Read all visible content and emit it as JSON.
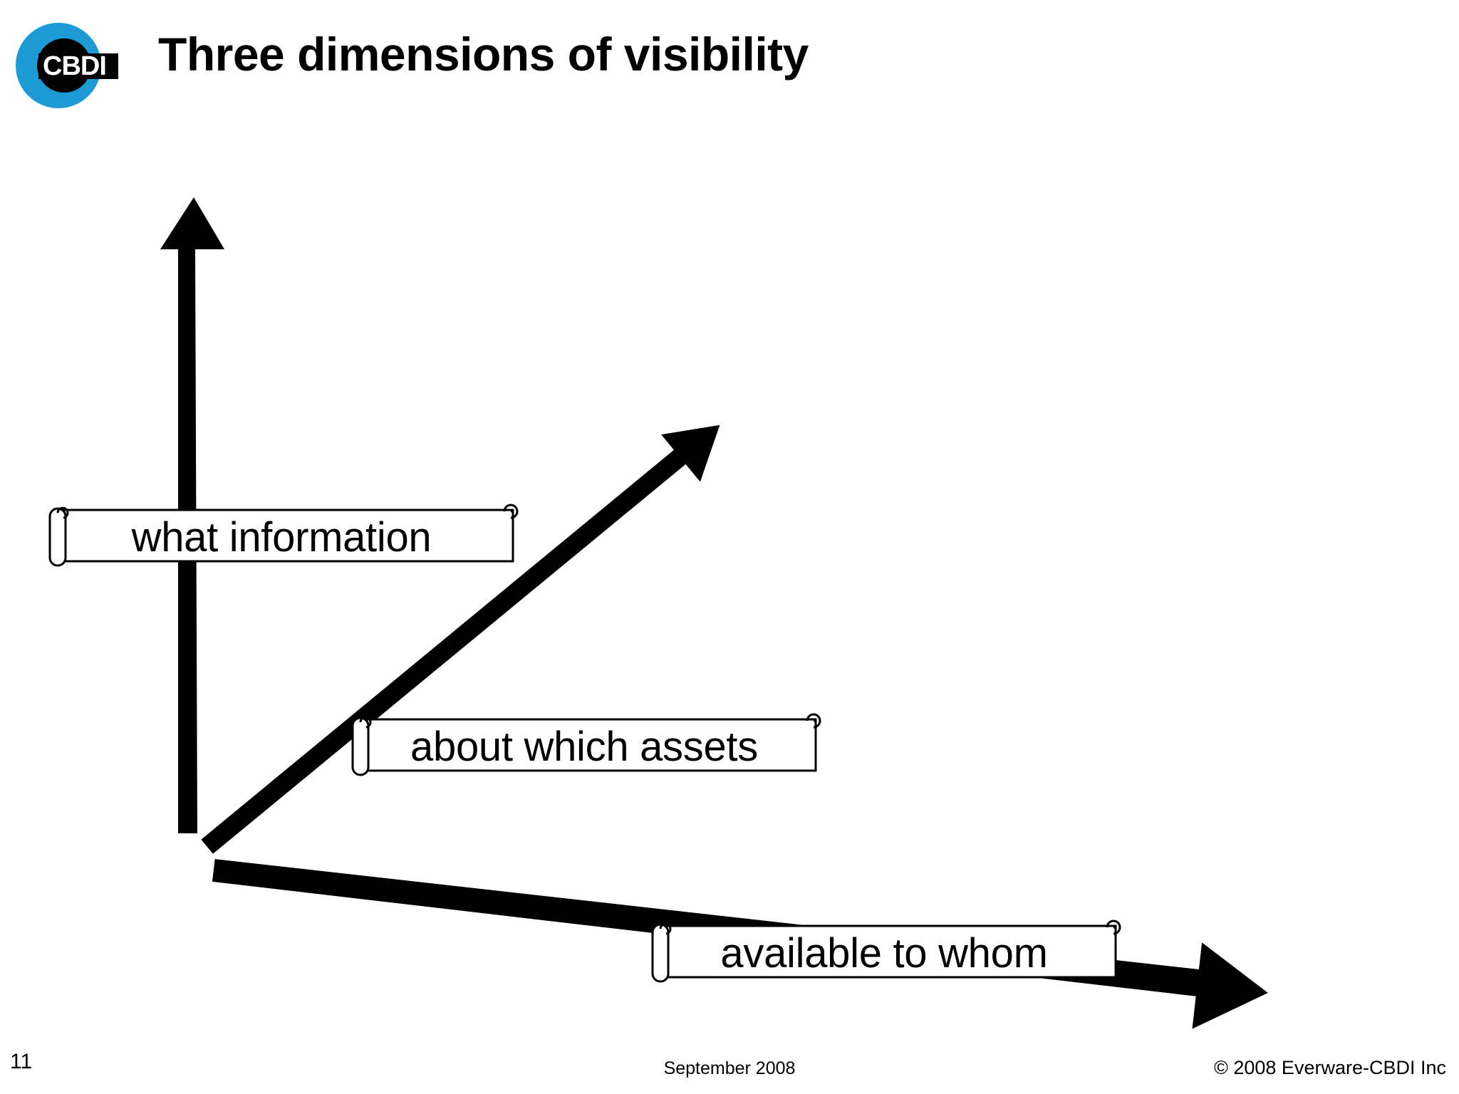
{
  "slide": {
    "title": "Three dimensions of visibility",
    "page_number": "11",
    "background_color": "#ffffff"
  },
  "logo": {
    "name": "cbdi-logo",
    "text": "CBDI",
    "ring_color": "#1b9ad6",
    "inner_color": "#000000",
    "text_color": "#ffffff"
  },
  "diagram": {
    "type": "three-axis-arrow-diagram",
    "stroke_color": "#000000",
    "axes": [
      {
        "id": "vertical",
        "name": "what-information-axis",
        "direction": "up",
        "label": "what information"
      },
      {
        "id": "diagonal",
        "name": "about-which-assets-axis",
        "direction": "up-right",
        "label": "about which assets"
      },
      {
        "id": "horizontal",
        "name": "available-to-whom-axis",
        "direction": "right-down",
        "label": "available to whom"
      }
    ]
  },
  "labels": {
    "what_information": "what information",
    "about_which_assets": "about which assets",
    "available_to_whom": "available to whom"
  },
  "footer": {
    "date": "September 2008",
    "copyright": "© 2008 Everware-CBDI Inc"
  }
}
